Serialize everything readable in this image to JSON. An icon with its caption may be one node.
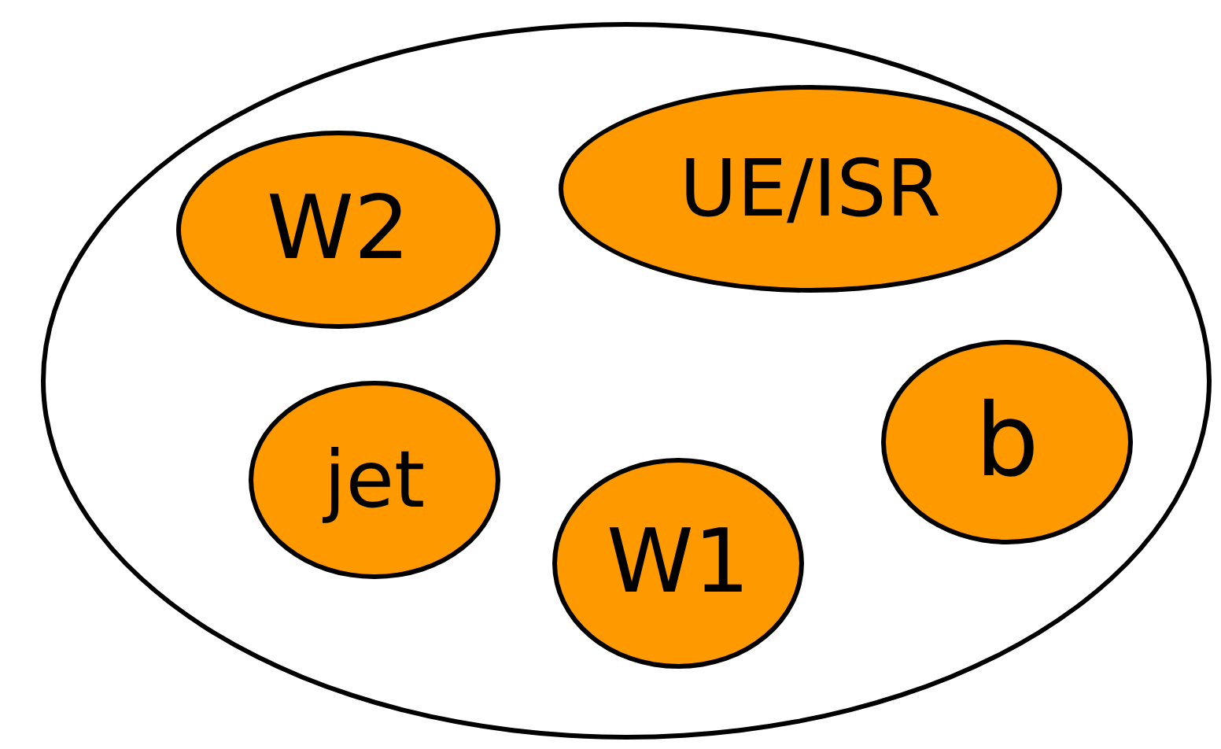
{
  "diagram": {
    "nodes": [
      {
        "text": [],
        "shape": "circle"
      },
      {
        "text": [
          "W2"
        ],
        "in": 0
      },
      {
        "text": [
          "UE/ISR"
        ],
        "in": 0
      },
      {
        "text": [
          "b"
        ],
        "in": 0
      },
      {
        "text": [
          "jet"
        ],
        "in": 0
      },
      {
        "text": [
          "W1"
        ],
        "in": 0
      }
    ]
  }
}
